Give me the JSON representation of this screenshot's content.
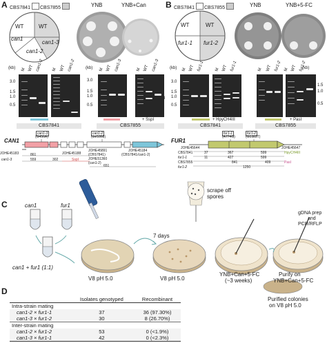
{
  "letters": {
    "a": "A",
    "b": "B",
    "c": "C",
    "d": "D"
  },
  "a": {
    "legend1": "CBS7841",
    "legend2": "CBS7855",
    "plate1": "YNB",
    "plate2": "YNB+Can",
    "wt1": "WT",
    "wt2": "WT",
    "cell_can13": "can1-3",
    "cell_can12": "can1-2",
    "cell_can11": "can1",
    "kb1": "(kb)",
    "kb2": "(kb)",
    "g1_lanes": [
      "M",
      "WT",
      "can1-2"
    ],
    "g2_lanes": [
      "M",
      "WT",
      "can1-2"
    ],
    "g3_lanes": [
      "M",
      "WT",
      "can1-3"
    ],
    "ladder1": [
      "3.0",
      "1.5",
      "1.0",
      "0.5"
    ],
    "ladder3": [
      "3.0",
      "1.5",
      "1.0",
      "0.5"
    ],
    "ssp": "+ SspI",
    "strain_l": "CBS7841",
    "strain_r": "CBS7855",
    "gene": "CAN1",
    "mut1": "can1-3",
    "mut1b": "(G456A)",
    "mut2": "can1-2",
    "mut2b": "(del1868)",
    "primers": {
      "p1": "JOHE45183",
      "p2": "JOHE45188",
      "p3": "JOHE45891",
      "p3b": "(CBS7841)",
      "p4": "JOHE51360",
      "p4b": "(can1-2)",
      "p5": "JOHE45184",
      "p5b": "(CBS7841/can1-2)"
    },
    "frag": {
      "a": "can1-3",
      "b": "559",
      "c": "861",
      "d": "302",
      "e": "SspI",
      "f": "651"
    }
  },
  "b": {
    "legend1": "CBS7841",
    "legend2": "CBS7855",
    "plate1": "YNB",
    "plate2": "YNB+5-FC",
    "wt1": "WT",
    "wt2": "WT",
    "cell_fur11": "fur1-1",
    "cell_fur12": "fur1-2",
    "kb1": "(kb)",
    "kb2": "(kb)",
    "g1_lanes": [
      "M",
      "WT",
      "fur1-1"
    ],
    "g2_lanes": [
      "M",
      "WT",
      "fur1-1"
    ],
    "g3_lanes": [
      "M",
      "WT",
      "fur1-2"
    ],
    "ladder1": [
      "3.0",
      "1.5",
      "1.0",
      "0.5"
    ],
    "ladder3": [
      "1.5",
      "1.0",
      "0.5"
    ],
    "hpy": "+ HpyCH4III",
    "pas": "+ PasI",
    "strain_l": "CBS7841",
    "strain_r": "CBS7855",
    "gene": "FUR1",
    "mut1": "fur1-1",
    "mut1b": "(A774G)",
    "mut2": "fur1-2",
    "mut2b": "(G1383T)",
    "primers": {
      "p1": "JOHE45644",
      "p2": "JOHE45647"
    },
    "rows": [
      {
        "name": "CBS7841",
        "n1": "37",
        "n2": "367",
        "n3": "599",
        "tag": "HpyCH4III"
      },
      {
        "name": "fur1-1",
        "n1": "11",
        "n2": "427",
        "n3": "599",
        "tag": ""
      },
      {
        "name": "CBS7855",
        "n1": "",
        "n2": "841",
        "n3": "409",
        "tag": "PasI"
      },
      {
        "name": "fur1-2",
        "n1": "",
        "n2": "1250",
        "n3": "",
        "tag": ""
      }
    ]
  },
  "c": {
    "can1": "can1",
    "fur1": "fur1",
    "mix": "can1 + fur1 (1:1)",
    "dish1": "V8 pH 5.0",
    "dish2": "V8 pH 5.0",
    "days": "7 days",
    "scrape1": "scrape off",
    "scrape2": "spores",
    "dish3a": "YNB+Can+5-FC",
    "dish3b": "(~3 weeks)",
    "dish4a": "Purify on",
    "dish4b": "YNB+Can+5-FC",
    "dish5a": "Purified colonies",
    "dish5b": "on V8 pH 5.0",
    "gdna1": "gDNA prep",
    "gdna2": "and",
    "gdna3": "PCR/RFLP"
  },
  "d": {
    "headers": [
      "",
      "Isolates genotyped",
      "Recombinant"
    ],
    "intra": "Intra-strain mating",
    "inter": "Inter-strain mating",
    "rows": [
      {
        "cross": "can1-2 × fur1-1",
        "n": "37",
        "r": "36",
        "p": "(97.30%)"
      },
      {
        "cross": "can1-3 × fur1-2",
        "n": "30",
        "r": "8",
        "p": "(26.70%)"
      },
      {
        "cross": "can1-2 × fur1-2",
        "n": "53",
        "r": "0",
        "p": "(<1.9%)"
      },
      {
        "cross": "can1-3 × fur1-1",
        "n": "42",
        "r": "0",
        "p": "(<2.3%)"
      }
    ]
  },
  "colors": {
    "cbs7841": "#7ec6da",
    "cbs7855": "#f2a0a6",
    "fur_green": "#c2c96e",
    "gel": "#262626"
  }
}
